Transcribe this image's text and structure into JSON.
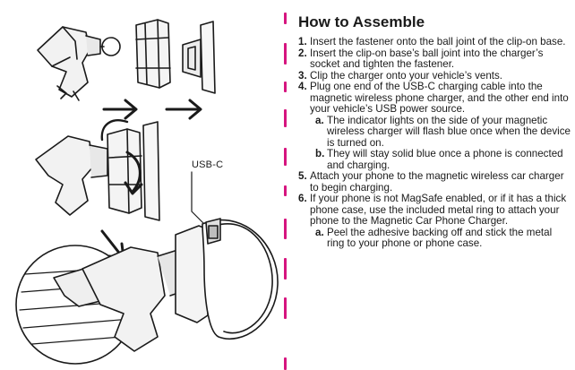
{
  "title": "How to Assemble",
  "diagram": {
    "usb_label": "USB-C"
  },
  "steps": [
    {
      "num": "1.",
      "text": "Insert the fastener onto the ball joint of the clip-on base.",
      "subs": []
    },
    {
      "num": "2.",
      "text": "Insert the clip-on base’s ball joint into the charger’s socket and tighten the fastener.",
      "subs": []
    },
    {
      "num": "3.",
      "text": "Clip the charger onto your vehicle’s vents.",
      "subs": []
    },
    {
      "num": "4.",
      "text": "Plug one end of the USB-C charging cable into the magnetic wireless phone charger, and the other end into your vehicle’s USB power source.",
      "subs": [
        {
          "num": "a.",
          "text": "The indicator lights on the side of your magnetic wireless charger will flash blue once when the device is turned on."
        },
        {
          "num": "b.",
          "text": "They will stay solid blue once a phone is connected and charging."
        }
      ]
    },
    {
      "num": "5.",
      "text": "Attach your phone to the magnetic wireless car charger to begin charging.",
      "subs": []
    },
    {
      "num": "6.",
      "text": "If your phone is not MagSafe enabled, or if it has a thick phone case, use the included metal ring to attach your phone to the Magnetic Car Phone Charger.",
      "subs": [
        {
          "num": "a.",
          "text": "Peel the adhesive backing off and stick the metal ring to your phone or phone case."
        }
      ]
    }
  ],
  "colors": {
    "accent": "#d6157f",
    "ink": "#1a1a1a"
  }
}
